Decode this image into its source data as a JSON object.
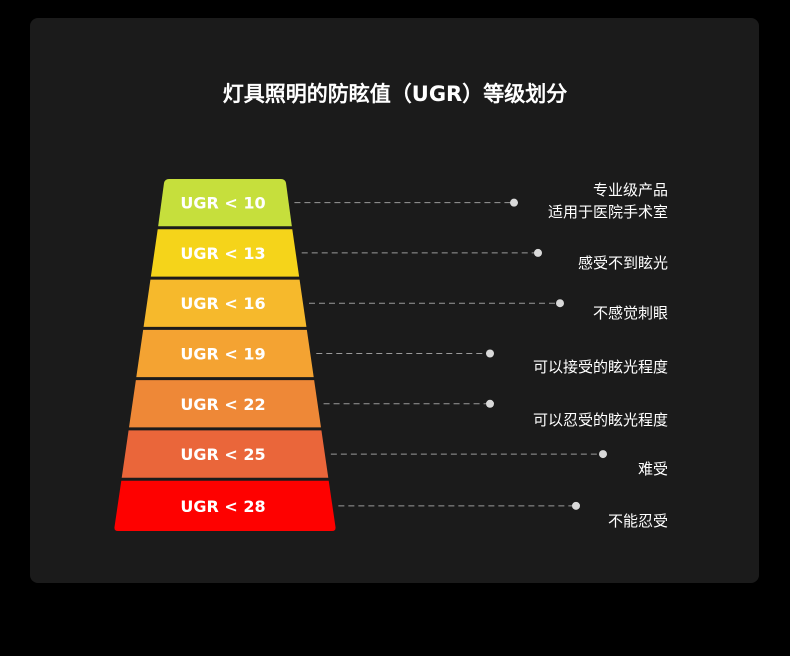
{
  "title": "灯具照明的防眩值（UGR）等级划分",
  "levels": [
    {
      "label": "UGR < 10",
      "color": "#c6df3c",
      "desc": [
        "专业级产品",
        "适用于医院手术室"
      ]
    },
    {
      "label": "UGR < 13",
      "color": "#f5d41a",
      "desc": [
        "感受不到眩光"
      ]
    },
    {
      "label": "UGR < 16",
      "color": "#f6b92c",
      "desc": [
        "不感觉刺眼"
      ]
    },
    {
      "label": "UGR < 19",
      "color": "#f4a332",
      "desc": [
        "可以接受的眩光程度"
      ]
    },
    {
      "label": "UGR < 22",
      "color": "#ee8837",
      "desc": [
        "可以忍受的眩光程度"
      ]
    },
    {
      "label": "UGR < 25",
      "color": "#ea663a",
      "desc": [
        "难受"
      ]
    },
    {
      "label": "UGR < 28",
      "color": "#fe0100",
      "desc": [
        "不能忍受"
      ]
    }
  ],
  "colors": {
    "background": "#000000",
    "card": "#1b1b1b",
    "text": "#ffffff",
    "connector": "#9a9a9a",
    "dot": "#d9d9d9"
  }
}
